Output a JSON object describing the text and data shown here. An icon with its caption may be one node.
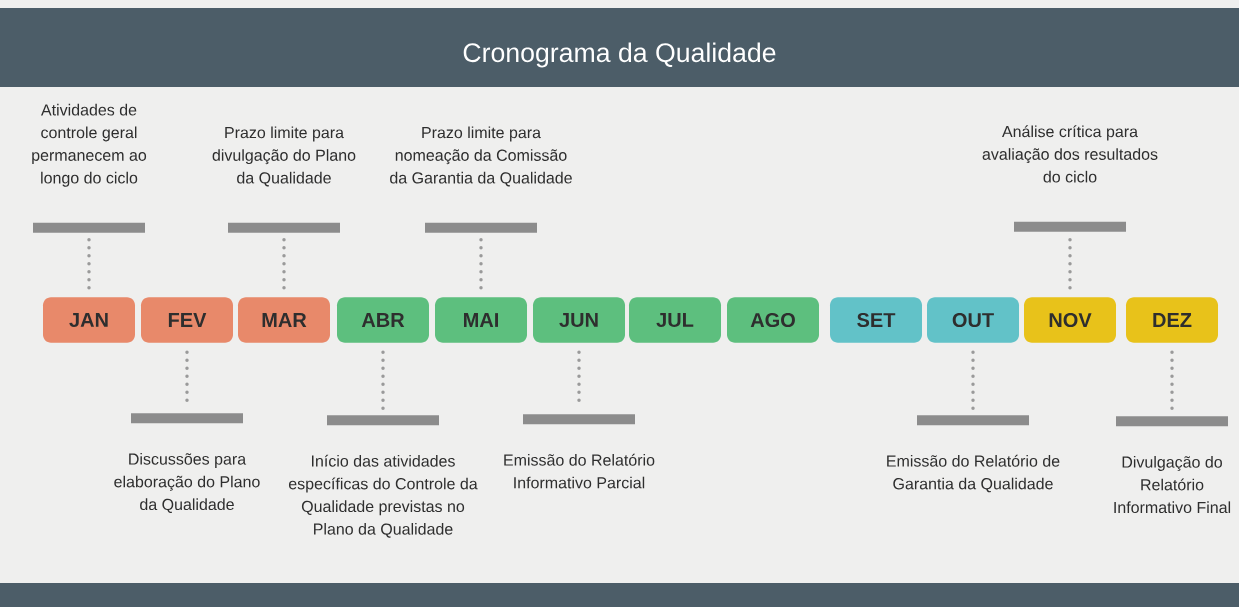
{
  "diagram": {
    "title": "Cronograma da Qualidade",
    "nodes": [
      {
        "text": [
          "JAN"
        ]
      },
      {
        "text": [
          "FEV"
        ]
      },
      {
        "text": [
          "MAR"
        ]
      },
      {
        "text": [
          "ABR"
        ]
      },
      {
        "text": [
          "MAI"
        ]
      },
      {
        "text": [
          "JUN"
        ]
      },
      {
        "text": [
          "JUL"
        ]
      },
      {
        "text": [
          "AGO"
        ]
      },
      {
        "text": [
          "SET"
        ]
      },
      {
        "text": [
          "OUT"
        ]
      },
      {
        "text": [
          "NOV"
        ]
      },
      {
        "text": [
          "DEZ"
        ]
      },
      {
        "text": [
          "Atividades de controle geral permanecem ao longo do ciclo"
        ]
      },
      {
        "text": [
          "Prazo limite para divulgação do Plano da Qualidade"
        ]
      },
      {
        "text": [
          "Prazo limite para nomeação da Comissão da Garantia da Qualidade"
        ]
      },
      {
        "text": [
          "Análise crítica para avaliação dos resultados do ciclo"
        ]
      },
      {
        "text": [
          "Discussões para elaboração do Plano da Qualidade"
        ]
      },
      {
        "text": [
          "Início das atividades específicas do Controle da Qualidade previstas no Plano da Qualidade"
        ]
      },
      {
        "text": [
          "Emissão do Relatório Informativo Parcial"
        ]
      },
      {
        "text": [
          "Emissão do Relatório de Garantia da Qualidade"
        ]
      },
      {
        "text": [
          "Divulgação do Relatório Informativo Final"
        ]
      }
    ],
    "edges": [
      {
        "from": 0,
        "to": 12,
        "arrow": "none"
      },
      {
        "from": 2,
        "to": 13,
        "arrow": "none"
      },
      {
        "from": 4,
        "to": 14,
        "arrow": "none"
      },
      {
        "from": 10,
        "to": 15,
        "arrow": "none"
      },
      {
        "from": 1,
        "to": 16,
        "arrow": "none"
      },
      {
        "from": 3,
        "to": 17,
        "arrow": "none"
      },
      {
        "from": 5,
        "to": 18,
        "arrow": "none"
      },
      {
        "from": 9,
        "to": 19,
        "arrow": "none"
      },
      {
        "from": 11,
        "to": 20,
        "arrow": "none"
      }
    ]
  }
}
